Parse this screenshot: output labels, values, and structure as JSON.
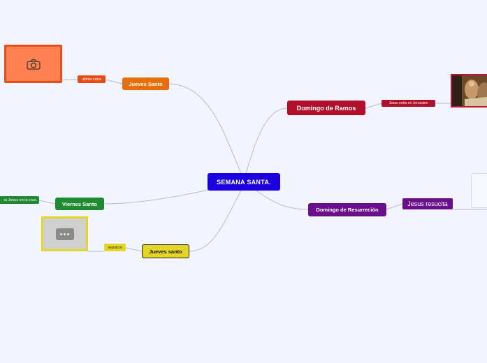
{
  "central": {
    "label": "SEMANA SANTA."
  },
  "branches": {
    "jueves_santo_1": {
      "label": "Jueves Santo",
      "sub": "ultima cena"
    },
    "domingo_ramos": {
      "label": "Domingo de Ramos",
      "sub": "Jesus entra en Jerusalen"
    },
    "viernes_santo": {
      "label": "Viernes Santo",
      "sub": "ra Jesus en la cruz."
    },
    "domingo_resurreccion": {
      "label": "Domingo de Resurreción",
      "sub": "Jesus resucita"
    },
    "jueves_santo_2": {
      "label": "Jueves santo",
      "sub": "sepulcro"
    }
  },
  "icons": {
    "camera": "camera-icon",
    "comment": "comment-icon"
  },
  "colors": {
    "background": "#f3f5fe",
    "central": "#1d00e0",
    "jueves_santo_1": "#e76e0a",
    "domingo_ramos": "#b0102a",
    "viernes_santo": "#1f8a31",
    "domingo_resurreccion": "#6a0f8c",
    "jueves_santo_2": "#e5d626",
    "connector": "#b8b9c9"
  }
}
